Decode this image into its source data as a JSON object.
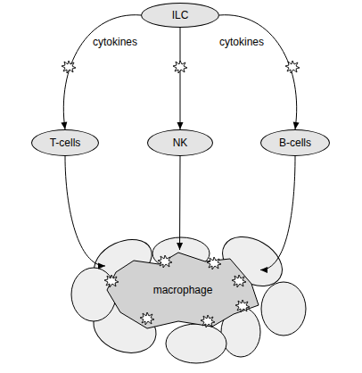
{
  "diagram": {
    "nodes": [
      {
        "text": [
          "ILC"
        ]
      },
      {
        "text": [
          "T-cells"
        ]
      },
      {
        "text": [
          "NK"
        ]
      },
      {
        "text": [
          "B-cells"
        ]
      },
      {
        "text": [
          "macrophage"
        ]
      }
    ],
    "edges": [
      {
        "from": 0,
        "to": 1,
        "arrow": "to"
      },
      {
        "from": 0,
        "to": 2,
        "arrow": "to"
      },
      {
        "from": 0,
        "to": 3,
        "arrow": "to"
      },
      {
        "from": 1,
        "to": 4,
        "arrow": "to"
      },
      {
        "from": 2,
        "to": 4,
        "arrow": "to"
      },
      {
        "from": 3,
        "to": 4,
        "arrow": "to"
      }
    ],
    "labels": [
      "cytokines",
      "cytokines"
    ]
  }
}
